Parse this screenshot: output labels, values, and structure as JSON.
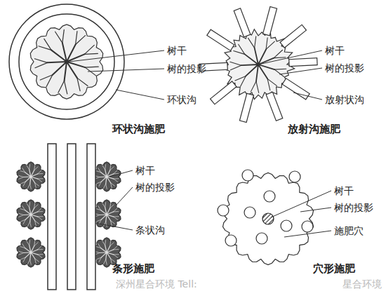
{
  "diagram": {
    "labels": [
      "树干",
      "树的投影",
      "环状沟",
      "环状沟施肥",
      "树干",
      "树的投影",
      "放射状沟",
      "放射沟施肥",
      "树干",
      "树的投影",
      "条状沟",
      "条形施肥",
      "树干",
      "树的投影",
      "施肥穴",
      "穴形施肥",
      "深州星合环境 Tell:",
      "星合环境"
    ]
  }
}
